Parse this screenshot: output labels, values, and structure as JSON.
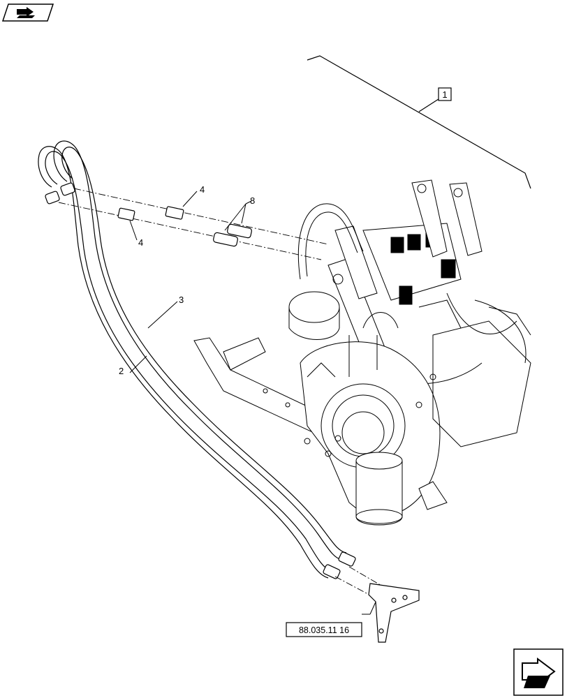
{
  "diagram": {
    "callouts": {
      "assembly": "1",
      "pipe_a": "2",
      "pipe_b": "3",
      "adapter_upper": "4",
      "adapter_lower": "4",
      "coupler": "8"
    },
    "reference": "88.035.11 16",
    "icons": {
      "top_left": "section-navigation-icon",
      "bottom_right": "next-page-arrow-icon"
    },
    "colors": {
      "line": "#000000",
      "background": "#ffffff"
    }
  }
}
